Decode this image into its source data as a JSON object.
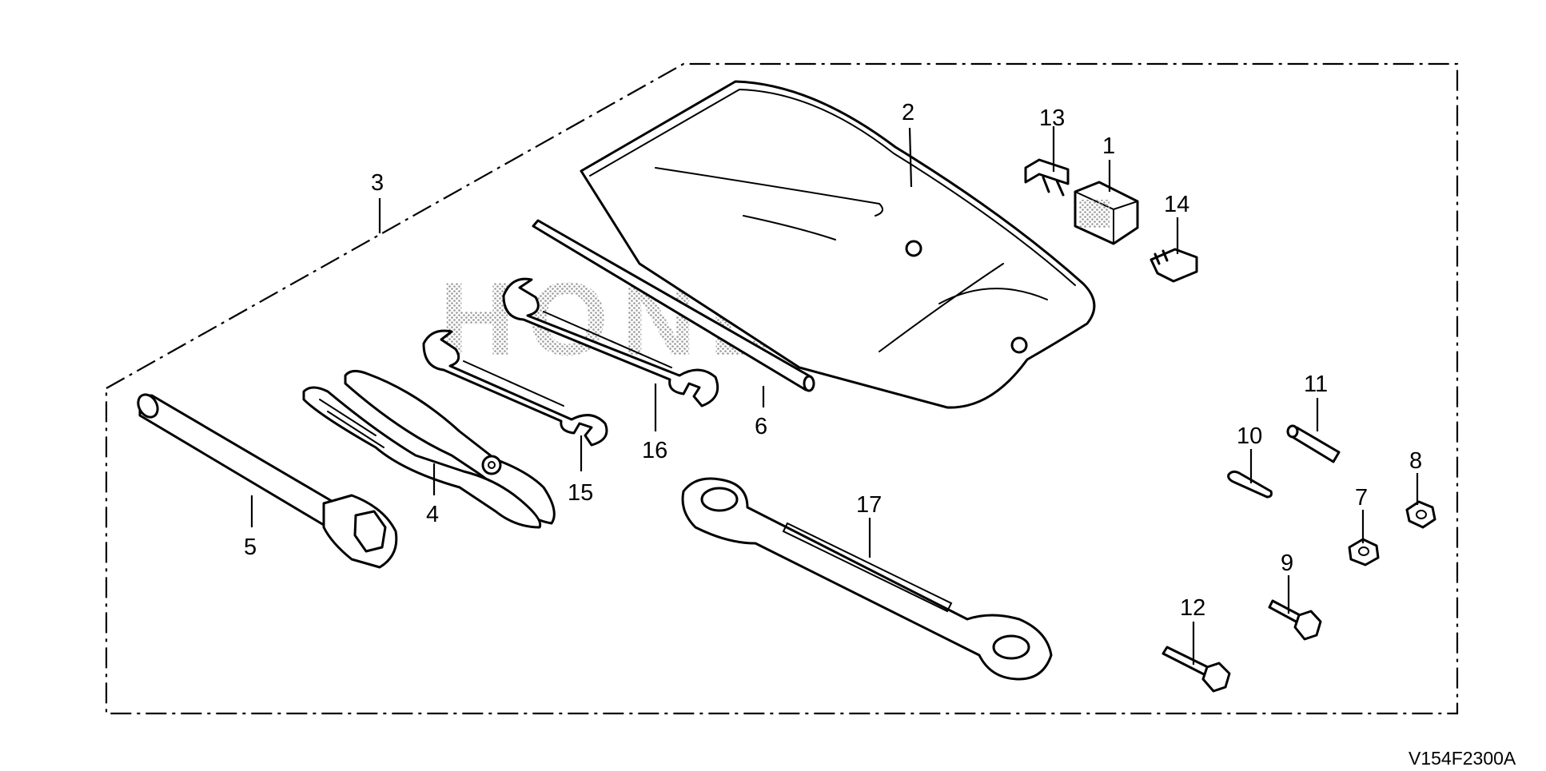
{
  "diagram": {
    "drawing_code": "V154F2300A",
    "watermark": "HONDA",
    "callouts": [
      {
        "id": "callout-1",
        "label": "1",
        "part": "fuse-box-part"
      },
      {
        "id": "callout-2",
        "label": "2",
        "part": "tool-bag-part"
      },
      {
        "id": "callout-3",
        "label": "3",
        "part": "tool-kit-outline"
      },
      {
        "id": "callout-4",
        "label": "4",
        "part": "pliers-part"
      },
      {
        "id": "callout-5",
        "label": "5",
        "part": "spark-plug-wrench-part"
      },
      {
        "id": "callout-6",
        "label": "6",
        "part": "handle-bar-part"
      },
      {
        "id": "callout-7",
        "label": "7",
        "part": "flange-nut-part"
      },
      {
        "id": "callout-8",
        "label": "8",
        "part": "nut-part"
      },
      {
        "id": "callout-9",
        "label": "9",
        "part": "short-bolt-part"
      },
      {
        "id": "callout-10",
        "label": "10",
        "part": "cotter-pin-part"
      },
      {
        "id": "callout-11",
        "label": "11",
        "part": "pin-part"
      },
      {
        "id": "callout-12",
        "label": "12",
        "part": "long-bolt-part"
      },
      {
        "id": "callout-13",
        "label": "13",
        "part": "fuse-a-part"
      },
      {
        "id": "callout-14",
        "label": "14",
        "part": "fuse-b-part"
      },
      {
        "id": "callout-15",
        "label": "15",
        "part": "small-open-wrench-part"
      },
      {
        "id": "callout-16",
        "label": "16",
        "part": "open-wrench-part"
      },
      {
        "id": "callout-17",
        "label": "17",
        "part": "box-wrench-part"
      }
    ]
  }
}
